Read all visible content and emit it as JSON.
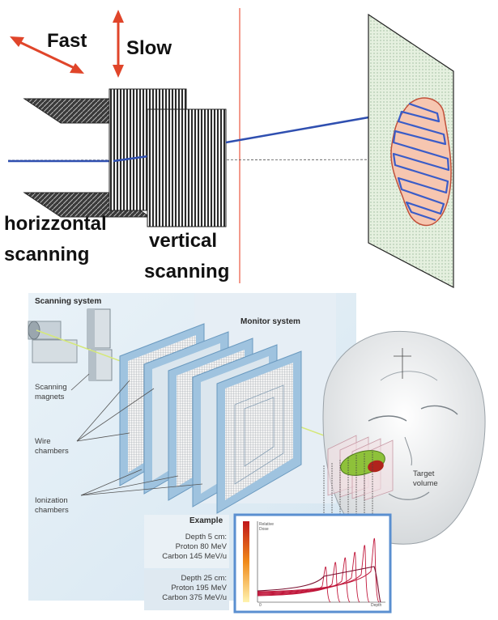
{
  "top_panel": {
    "fast_label": "Fast",
    "slow_label": "Slow",
    "horizontal_label_line1": "horizzontal",
    "horizontal_label_line2": "scanning",
    "vertical_label_line1": "vertical",
    "vertical_label_line2": "scanning",
    "colors": {
      "beam": "#2f4fb0",
      "arrow": "#e0452a",
      "target_fill": "#f6c6b0",
      "target_outline": "#c0503a",
      "raster": "#3a5cc8",
      "screen": "#dcebd6",
      "vertical_line": "#f08070"
    }
  },
  "bottom_panel": {
    "scanning_system_label": "Scanning system",
    "monitor_system_label": "Monitor system",
    "scanning_magnets_line1": "Scanning",
    "scanning_magnets_line2": "magnets",
    "wire_chambers_line1": "Wire",
    "wire_chambers_line2": "chambers",
    "ionization_chambers_line1": "Ionization",
    "ionization_chambers_line2": "chambers",
    "target_volume_line1": "Target",
    "target_volume_line2": "volume",
    "example_title": "Example",
    "example1_line1": "Depth 5 cm:",
    "example1_line2": "Proton 80 MeV",
    "example1_line3": "Carbon 145 MeV/u",
    "example2_line1": "Depth 25 cm:",
    "example2_line2": "Proton 195 MeV",
    "example2_line3": "Carbon 375 MeV/u",
    "plot_y_label_line1": "Relative",
    "plot_y_label_line2": "Dose",
    "plot_x_label": "Depth",
    "plot_origin_label": "0"
  }
}
